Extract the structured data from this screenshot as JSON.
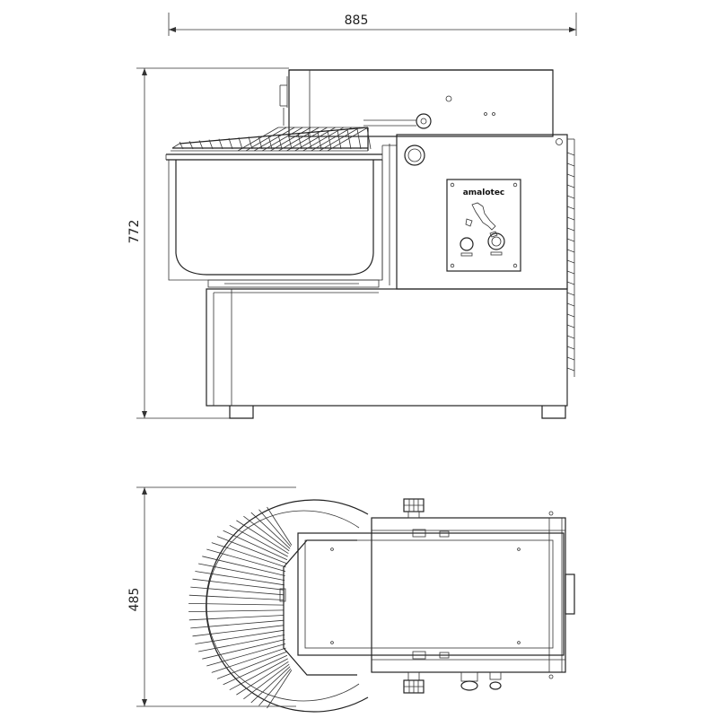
{
  "dimensions": {
    "width": "885",
    "height": "772",
    "depth": "485"
  },
  "brand": {
    "logo_text": "amalotec"
  },
  "wire_spokes": {
    "bowl_guard_bars": 12,
    "top_guard_spokes": 34
  }
}
